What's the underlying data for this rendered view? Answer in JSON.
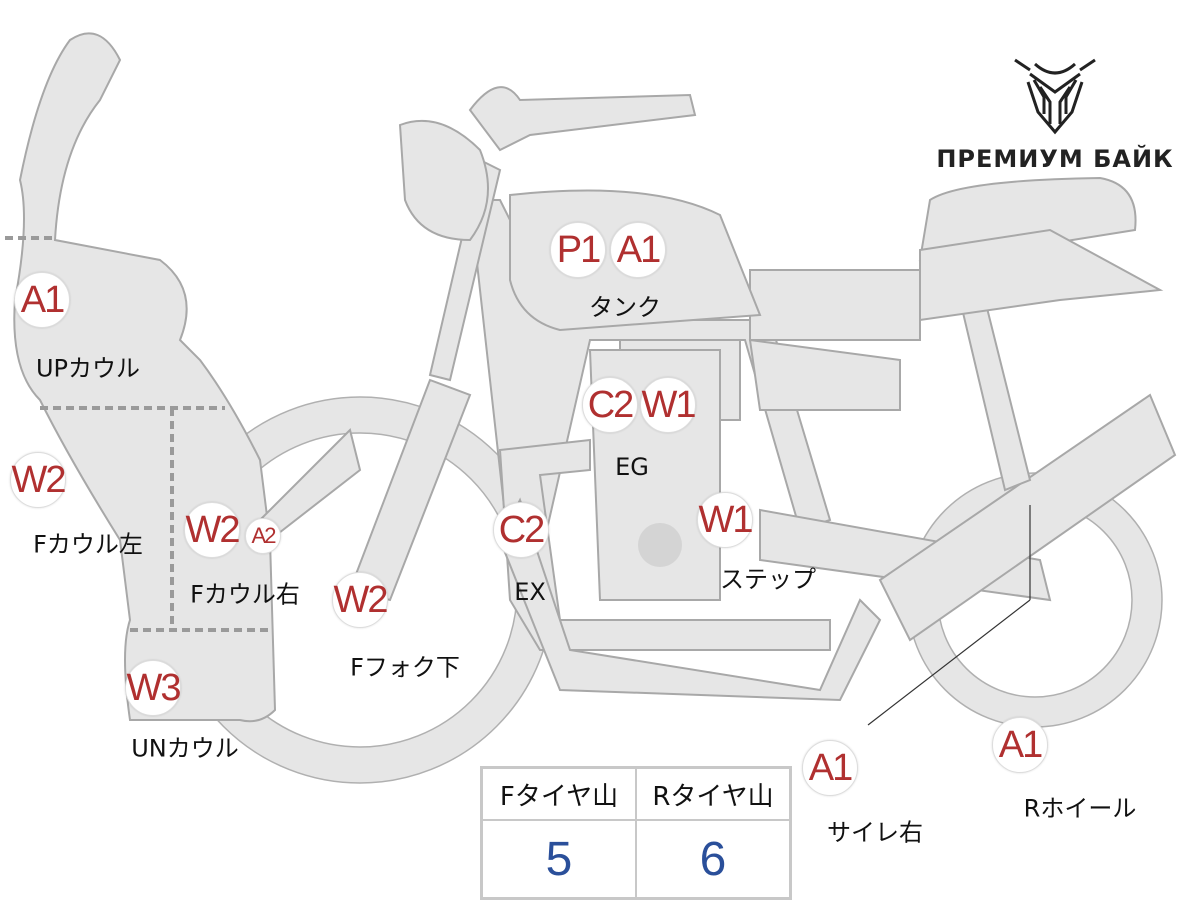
{
  "brand": {
    "name": "ПРЕМИУМ БАЙК",
    "icon": "bull-head-logo"
  },
  "colors": {
    "badge_text": "#b03030",
    "body_fill": "#e6e6e6",
    "tire_value": "#2a4f9a"
  },
  "parts": [
    {
      "codes": [
        "A1"
      ],
      "label": "UPカウル"
    },
    {
      "codes": [
        "W2"
      ],
      "label": "Fカウル左"
    },
    {
      "codes": [
        "W2",
        "A2"
      ],
      "label": "Fカウル右"
    },
    {
      "codes": [
        "W3"
      ],
      "label": "UNカウル"
    },
    {
      "codes": [
        "W2"
      ],
      "label": "Fフォク下"
    },
    {
      "codes": [
        "C2"
      ],
      "label": "EX"
    },
    {
      "codes": [
        "P1",
        "A1"
      ],
      "label": "タンク"
    },
    {
      "codes": [
        "C2",
        "W1"
      ],
      "label": "EG"
    },
    {
      "codes": [
        "W1"
      ],
      "label": "ステップ"
    },
    {
      "codes": [
        "A1"
      ],
      "label": "サイレ右"
    },
    {
      "codes": [
        "A1"
      ],
      "label": "Rホイール"
    }
  ],
  "tires": {
    "headers": [
      "Fタイヤ山",
      "Rタイヤ山"
    ],
    "values": [
      "5",
      "6"
    ]
  }
}
